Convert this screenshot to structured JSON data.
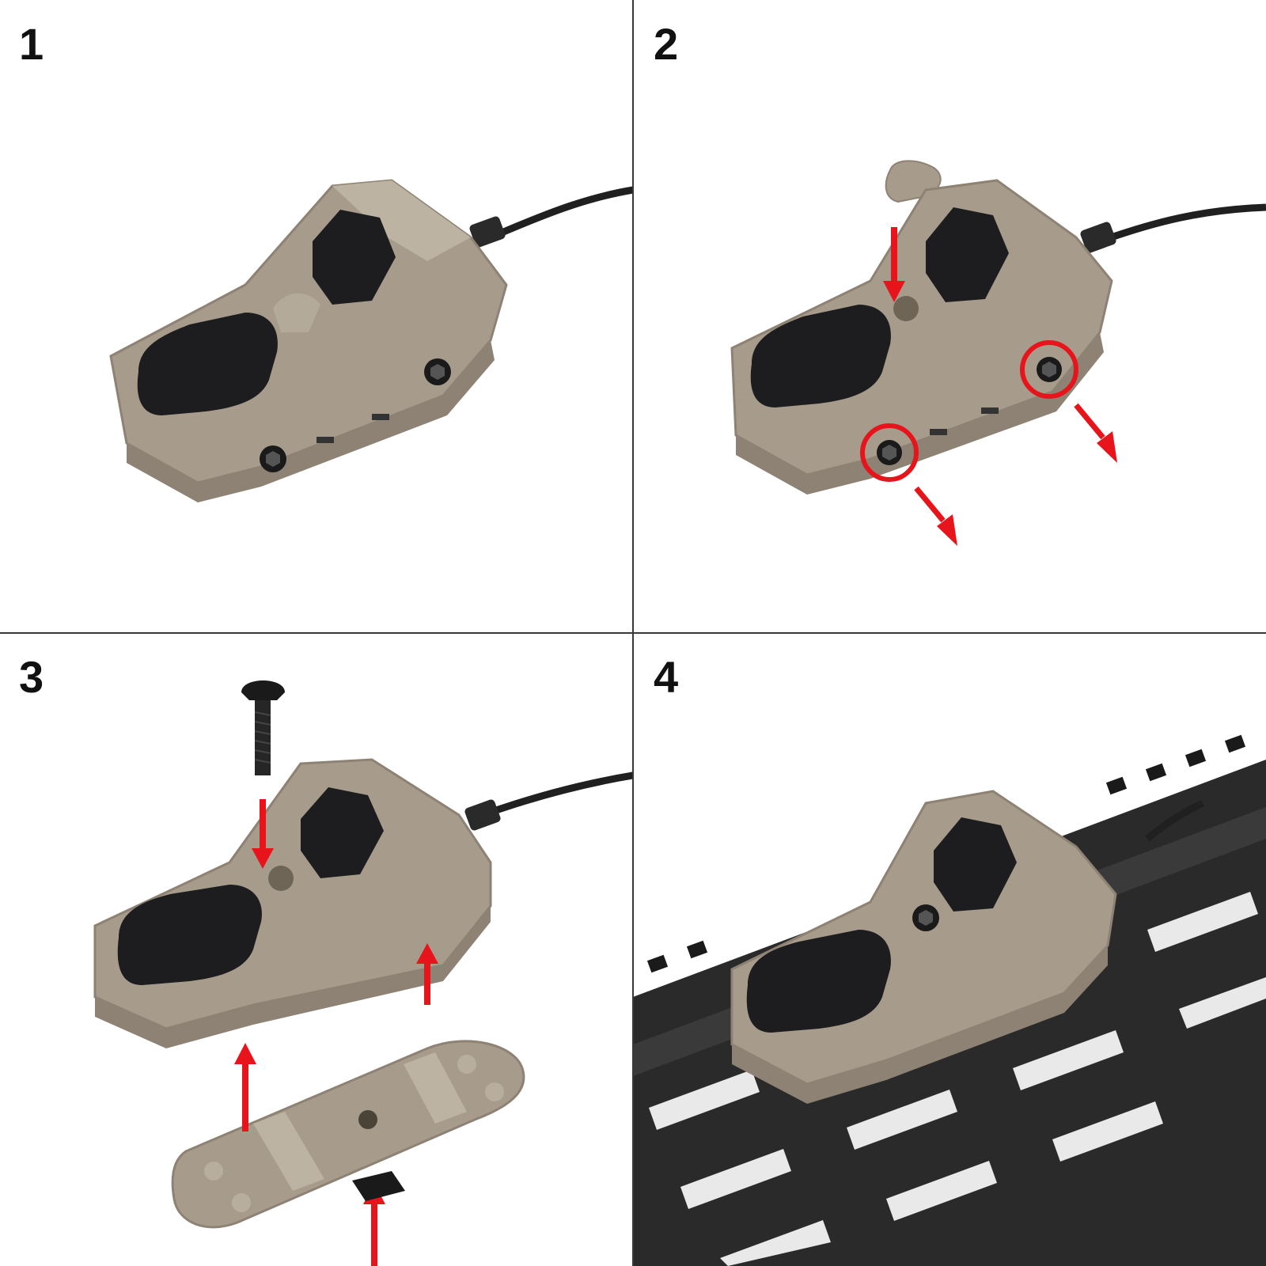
{
  "steps": [
    {
      "number": "1"
    },
    {
      "number": "2"
    },
    {
      "number": "3"
    },
    {
      "number": "4"
    }
  ],
  "colors": {
    "housing": "#a79c8c",
    "housing_shade": "#8d8273",
    "housing_light": "#bdb3a3",
    "button": "#1d1d1f",
    "cable": "#202020",
    "arrow": "#e8141b",
    "rail": "#2a2a2a"
  },
  "icons": [
    "red-arrow-icon",
    "red-circle-highlight-icon",
    "hex-screw-icon",
    "t-nut-icon"
  ]
}
